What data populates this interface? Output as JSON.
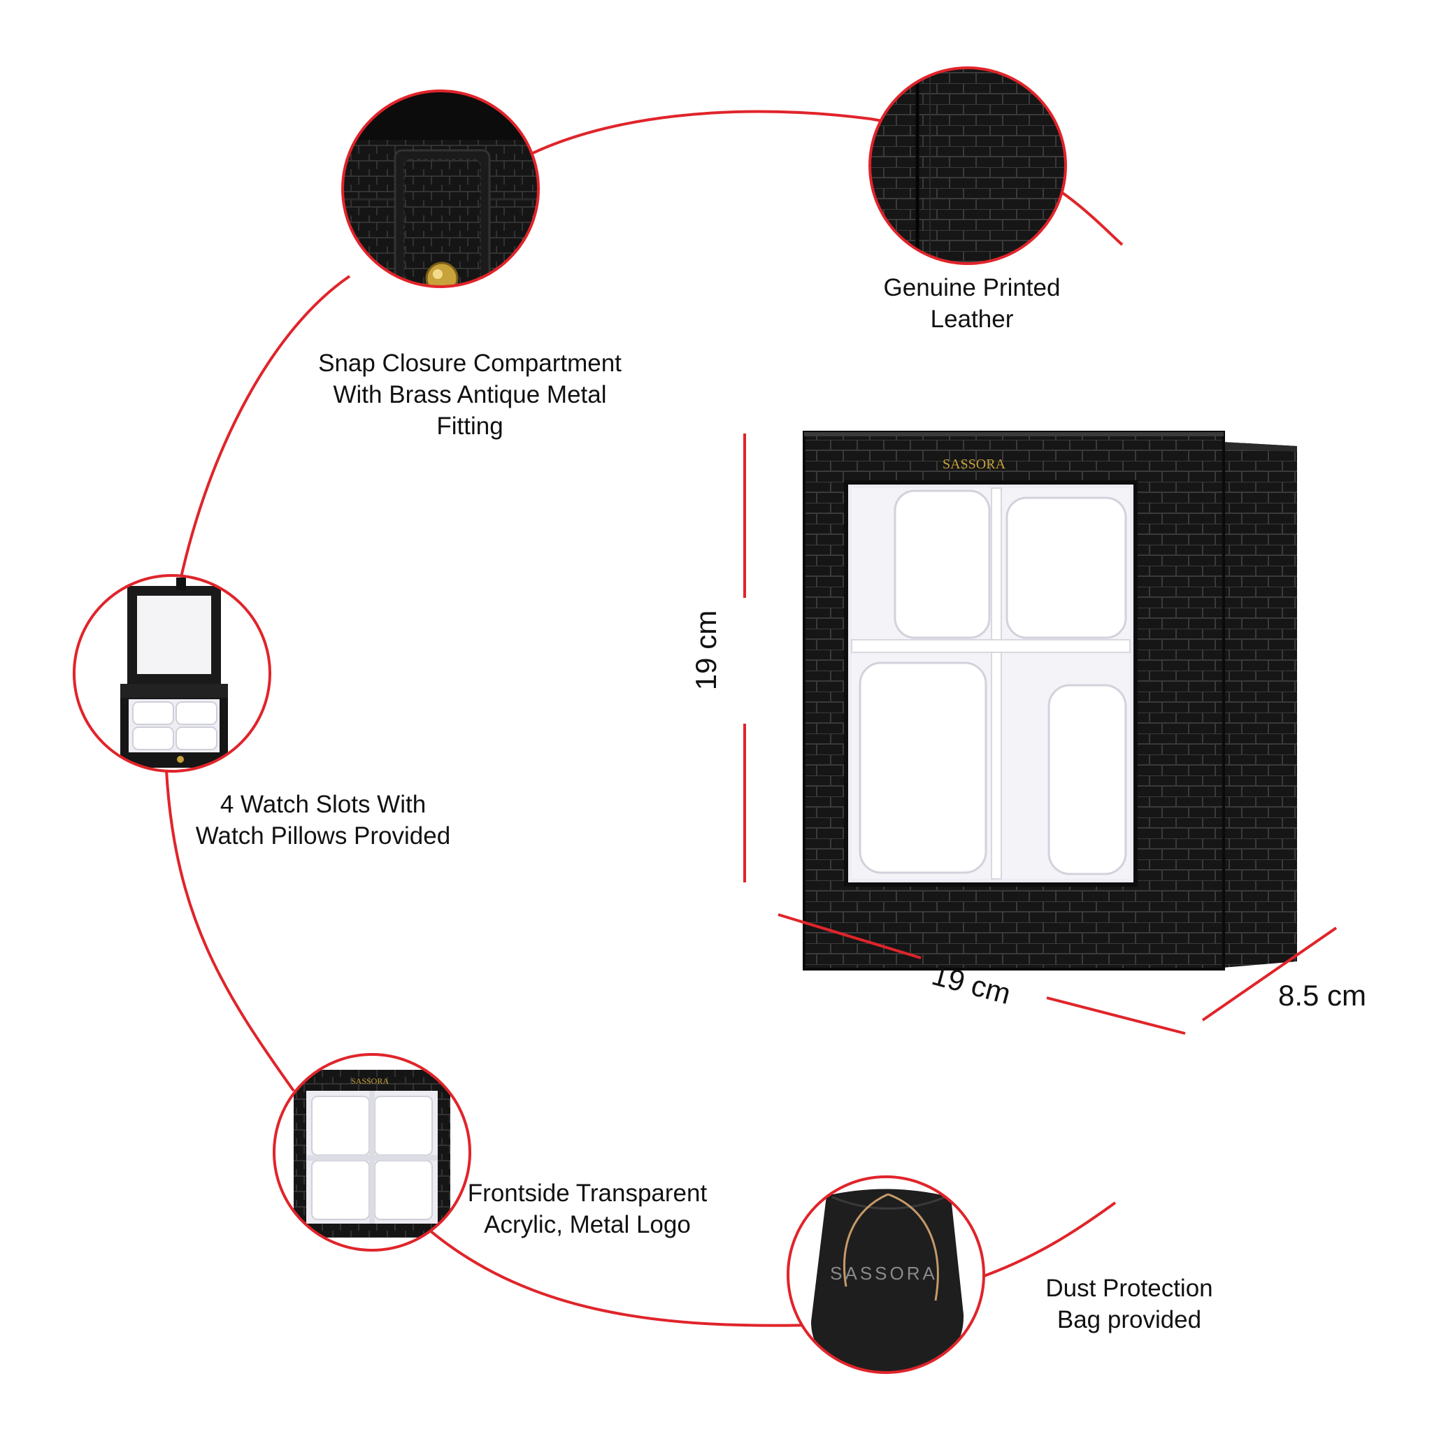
{
  "features": {
    "snap_closure": {
      "lines": [
        "Snap Closure Compartment",
        "With Brass Antique Metal",
        "Fitting"
      ]
    },
    "leather": {
      "lines": [
        "Genuine Printed",
        "Leather"
      ]
    },
    "watch_slots": {
      "lines": [
        "4 Watch Slots With",
        "Watch Pillows Provided"
      ]
    },
    "front_acrylic": {
      "lines": [
        "Frontside Transparent",
        "Acrylic, Metal Logo"
      ]
    },
    "dust_bag": {
      "lines": [
        "Dust Protection",
        "Bag provided"
      ]
    }
  },
  "dimensions": {
    "height": "19 cm",
    "width": "19 cm",
    "depth": "8.5 cm"
  },
  "brand": {
    "logo_box": "SASSORA",
    "logo_bag": "SASSORA",
    "logo_small": "SASSORA"
  },
  "colors": {
    "accent_line": "#e0242a",
    "leather": "#141414",
    "cushion": "#f2f2f6",
    "brass": "#c8a23a"
  }
}
